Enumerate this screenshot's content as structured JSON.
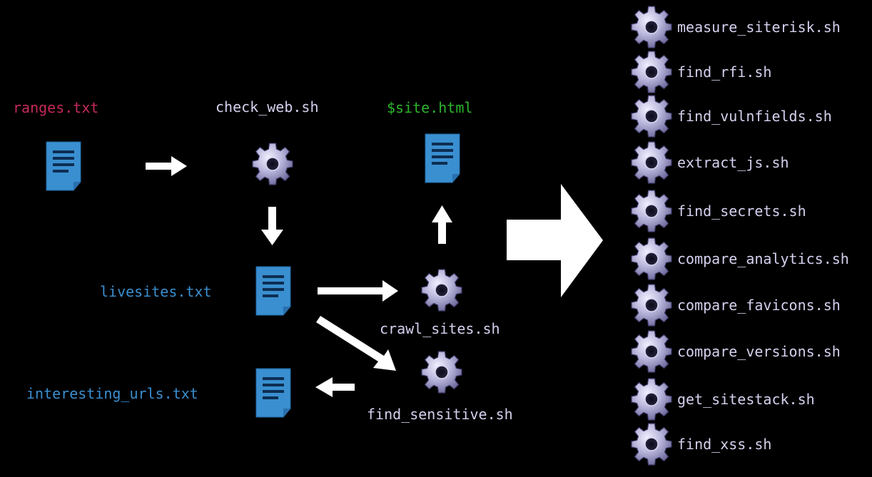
{
  "colors": {
    "background": "#000000",
    "file_icon": "#3a8fd0",
    "arrow": "#ffffff",
    "input_file_label": "#c42a5a",
    "data_file_label": "#3a8fd0",
    "output_label": "#2cb52c",
    "script_label": "#d6d0ee"
  },
  "nodes": {
    "ranges": {
      "label": "ranges.txt",
      "icon": "document-icon"
    },
    "check_web": {
      "label": "check_web.sh",
      "icon": "gear-icon"
    },
    "site_html": {
      "label": "$site.html",
      "icon": "document-icon"
    },
    "livesites": {
      "label": "livesites.txt",
      "icon": "document-icon"
    },
    "crawl_sites": {
      "label": "crawl_sites.sh",
      "icon": "gear-icon"
    },
    "interesting_urls": {
      "label": "interesting_urls.txt",
      "icon": "document-icon"
    },
    "find_sensitive": {
      "label": "find_sensitive.sh",
      "icon": "gear-icon"
    }
  },
  "scripts": [
    {
      "label": "measure_siterisk.sh",
      "icon": "gear-icon"
    },
    {
      "label": "find_rfi.sh",
      "icon": "gear-icon"
    },
    {
      "label": "find_vulnfields.sh",
      "icon": "gear-icon"
    },
    {
      "label": "extract_js.sh",
      "icon": "gear-icon"
    },
    {
      "label": "find_secrets.sh",
      "icon": "gear-icon"
    },
    {
      "label": "compare_analytics.sh",
      "icon": "gear-icon"
    },
    {
      "label": "compare_favicons.sh",
      "icon": "gear-icon"
    },
    {
      "label": "compare_versions.sh",
      "icon": "gear-icon"
    },
    {
      "label": "get_sitestack.sh",
      "icon": "gear-icon"
    },
    {
      "label": "find_xss.sh",
      "icon": "gear-icon"
    }
  ]
}
